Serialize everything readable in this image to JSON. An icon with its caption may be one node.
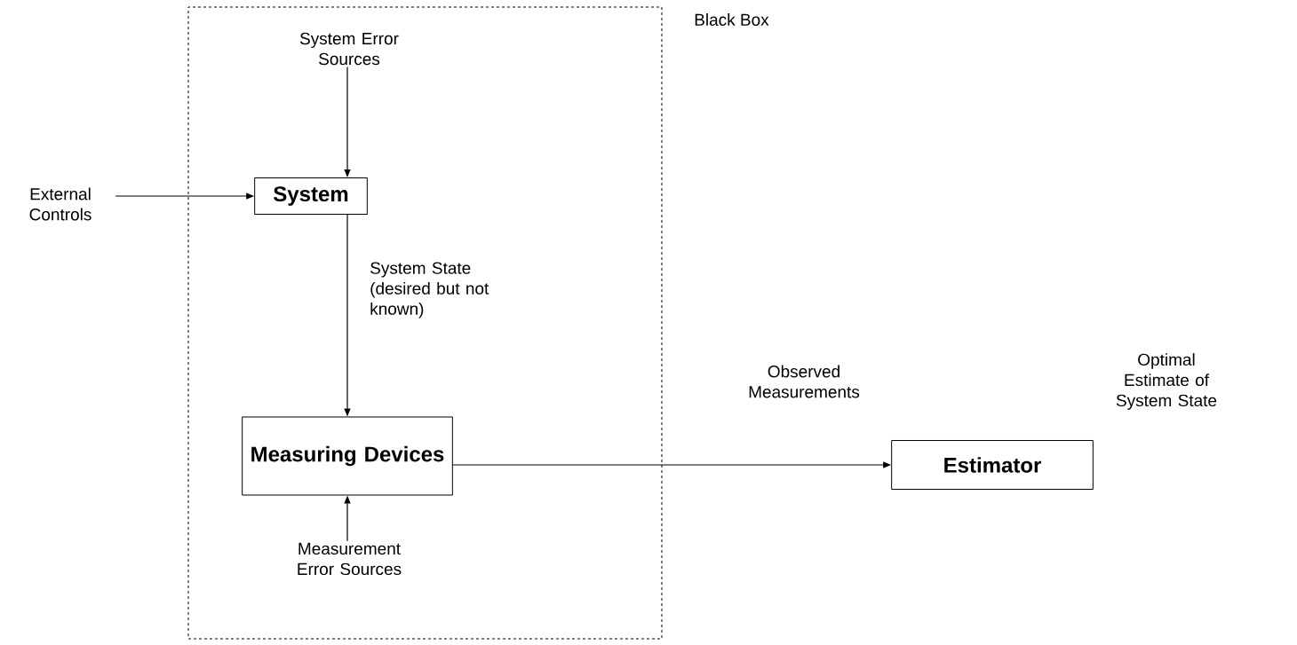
{
  "diagram": {
    "nodes": [
      {
        "text": [
          "Black Box"
        ]
      },
      {
        "text": [
          "System Error Sources"
        ],
        "in": 0
      },
      {
        "text": [
          "External Controls"
        ]
      },
      {
        "text": [
          "System"
        ],
        "in": 0
      },
      {
        "text": [
          "Measuring Devices"
        ],
        "in": 0
      },
      {
        "text": [
          "Measurement Error Sources"
        ],
        "in": 0
      },
      {
        "text": [
          "Estimator"
        ],
        "beside": [
          "Optimal Estimate of System State"
        ]
      }
    ],
    "edges": [
      {
        "from": 1,
        "to": 3,
        "arrow": "to"
      },
      {
        "from": 2,
        "to": 3,
        "arrow": "to"
      },
      {
        "from": 3,
        "to": 4,
        "arrow": "to",
        "label": "System State (desired but not known)"
      },
      {
        "from": 5,
        "to": 4,
        "arrow": "to"
      },
      {
        "from": 4,
        "to": 6,
        "arrow": "to",
        "label": "Observed Measurements"
      }
    ]
  }
}
